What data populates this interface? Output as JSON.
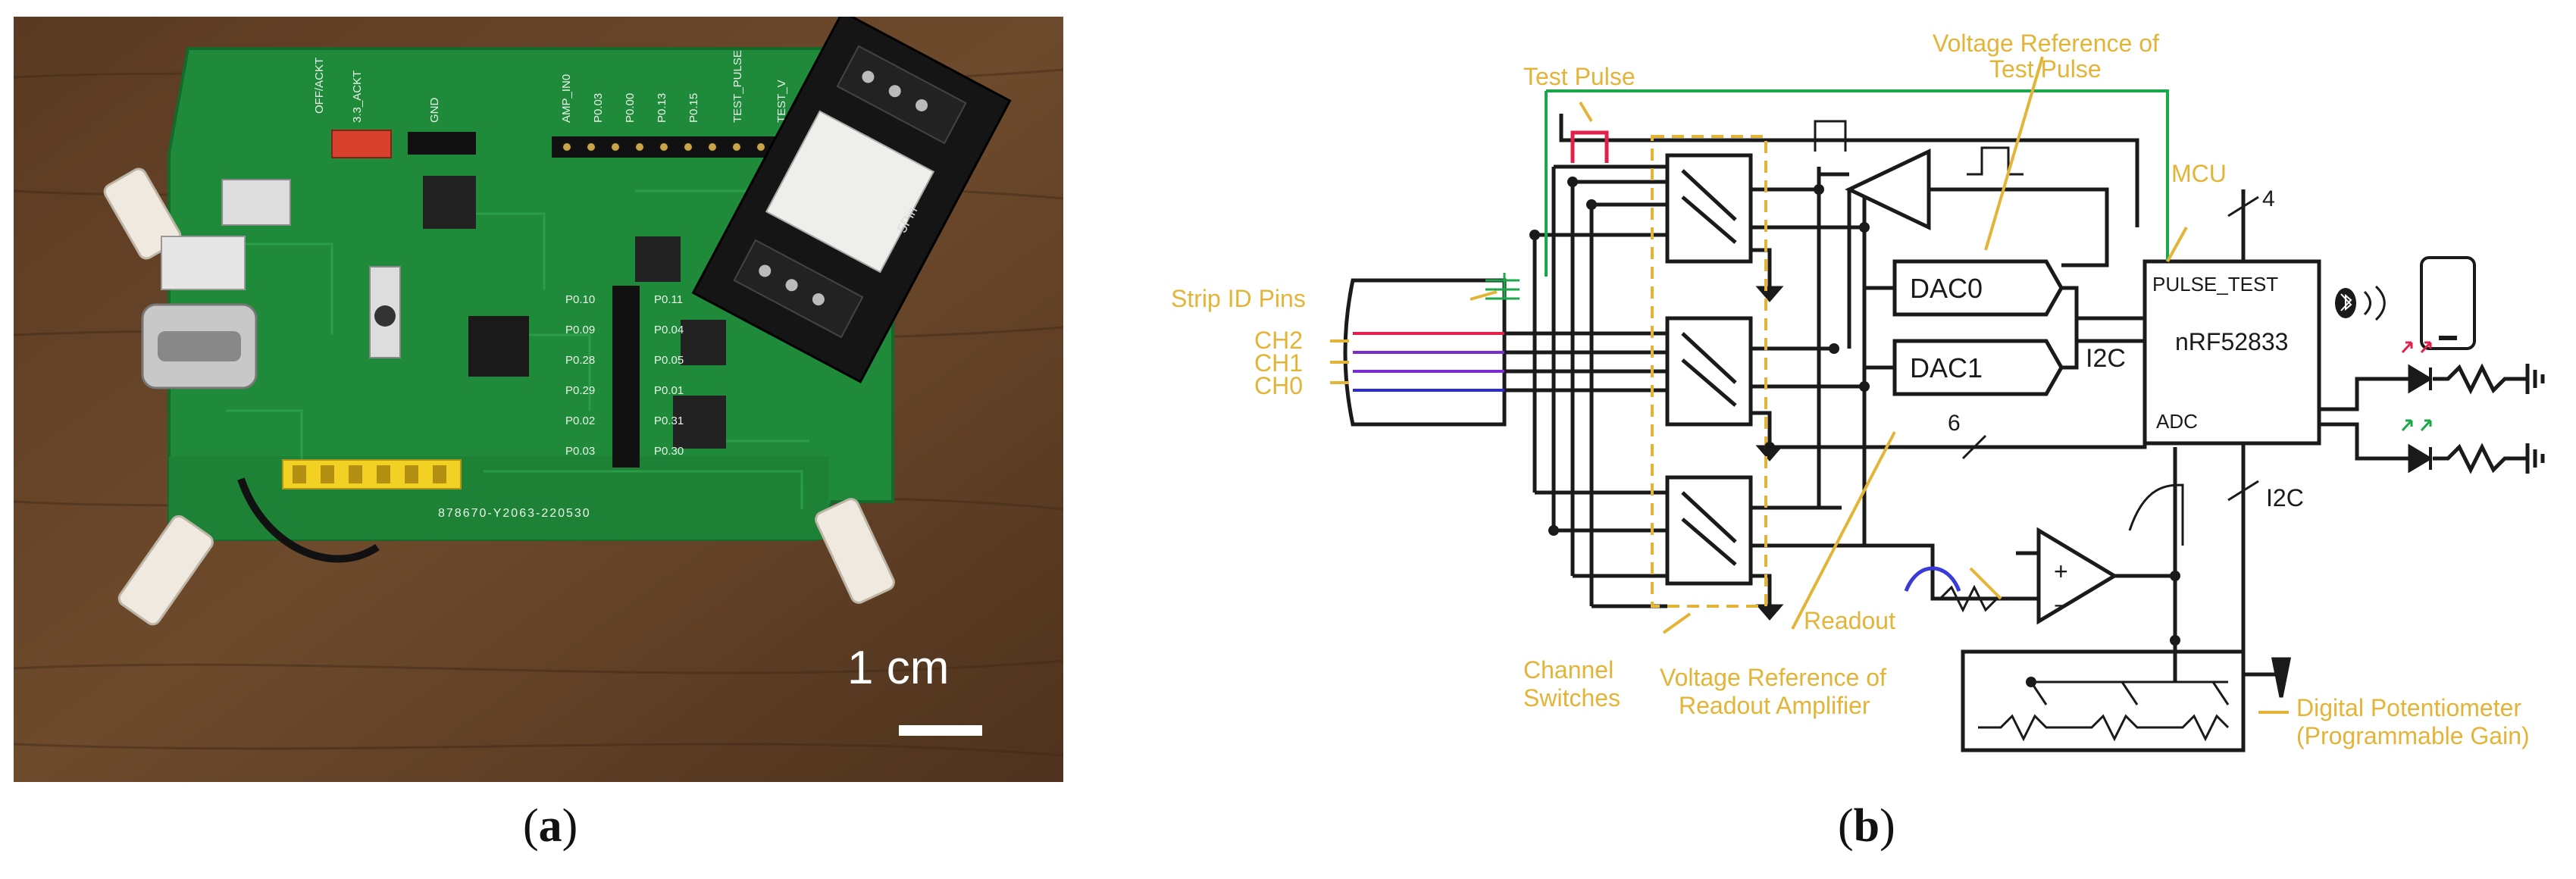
{
  "panels": {
    "a": {
      "open": "(",
      "letter": "a",
      "close": ")"
    },
    "b": {
      "open": "(",
      "letter": "b",
      "close": ")"
    }
  },
  "photo": {
    "scale_label": "1 cm",
    "silkscreen": {
      "top_pins": [
        "OFF/ACKT",
        "3.3_ACKT",
        "GND",
        "AMP_IN0",
        "P0.03",
        "P0.00",
        "P0.13",
        "P0.15",
        "TEST_PULSE",
        "TEST_V"
      ],
      "p_labels_left": [
        "P0.10",
        "P0.09",
        "P0.28",
        "P0.29",
        "P0.02",
        "P0.03"
      ],
      "p_labels_right": [
        "P0.11",
        "P0.04",
        "P0.05",
        "P0.01",
        "P0.31",
        "P0.30"
      ],
      "bottom_text": "878670-Y2063-220530",
      "connector_label": "5Pin"
    }
  },
  "diagram": {
    "labels": {
      "test_pulse": "Test Pulse",
      "vref_test_pulse_1": "Voltage Reference of",
      "vref_test_pulse_2": "Test Pulse",
      "mcu": "MCU",
      "strip_id_pins": "Strip ID Pins",
      "ch2": "CH2",
      "ch1": "CH1",
      "ch0": "CH0",
      "dac0": "DAC0",
      "dac1": "DAC1",
      "i2c_mid": "I2C",
      "pulse_test": "PULSE_TEST",
      "chip": "nRF52833",
      "adc": "ADC",
      "bus_4": "4",
      "bus_6": "6",
      "i2c_low": "I2C",
      "readout": "Readout",
      "channel_switches_1": "Channel",
      "channel_switches_2": "Switches",
      "vref_readout_1": "Voltage Reference of",
      "vref_readout_2": "Readout Amplifier",
      "digipot_1": "Digital Potentiometer",
      "digipot_2": "(Programmable Gain)",
      "op_plus": "+",
      "op_minus": "−"
    }
  }
}
